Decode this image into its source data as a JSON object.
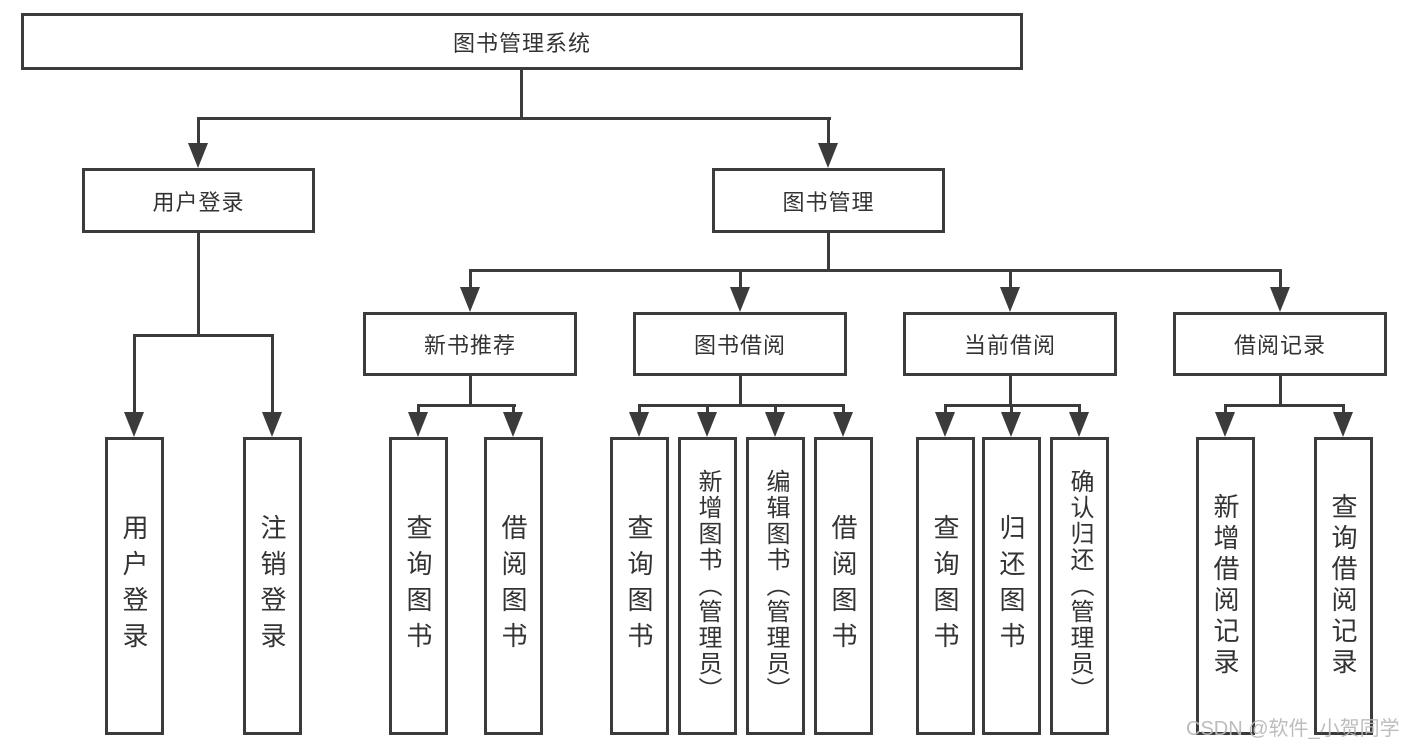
{
  "diagram_title": "图书管理系统",
  "tree": {
    "root": {
      "label": "图书管理系统"
    },
    "level2": [
      {
        "id": "user-login",
        "label": "用户登录"
      },
      {
        "id": "book-management",
        "label": "图书管理"
      }
    ],
    "level3": [
      {
        "id": "new-book-recommend",
        "label": "新书推荐"
      },
      {
        "id": "book-borrowing",
        "label": "图书借阅"
      },
      {
        "id": "current-borrowing",
        "label": "当前借阅"
      },
      {
        "id": "borrowing-records",
        "label": "借阅记录"
      }
    ],
    "leaves": {
      "user_login": [
        {
          "label": "用户登录"
        },
        {
          "label": "注销登录"
        }
      ],
      "new_book_recommend": [
        {
          "label": "查询图书"
        },
        {
          "label": "借阅图书"
        }
      ],
      "book_borrowing": [
        {
          "label": "查询图书"
        },
        {
          "label": "新增图书（管理员）"
        },
        {
          "label": "编辑图书（管理员）"
        },
        {
          "label": "借阅图书"
        }
      ],
      "current_borrowing": [
        {
          "label": "查询图书"
        },
        {
          "label": "归还图书"
        },
        {
          "label": "确认归还（管理员）"
        }
      ],
      "borrowing_records": [
        {
          "label": "新增借阅记录"
        },
        {
          "label": "查询借阅记录"
        }
      ]
    }
  },
  "watermark": {
    "text": "CSDN @软件_小贺同学"
  },
  "colors": {
    "line": "#3b3b3b",
    "text": "#333333",
    "background": "#ffffff",
    "watermark": "#b9b9b9"
  }
}
